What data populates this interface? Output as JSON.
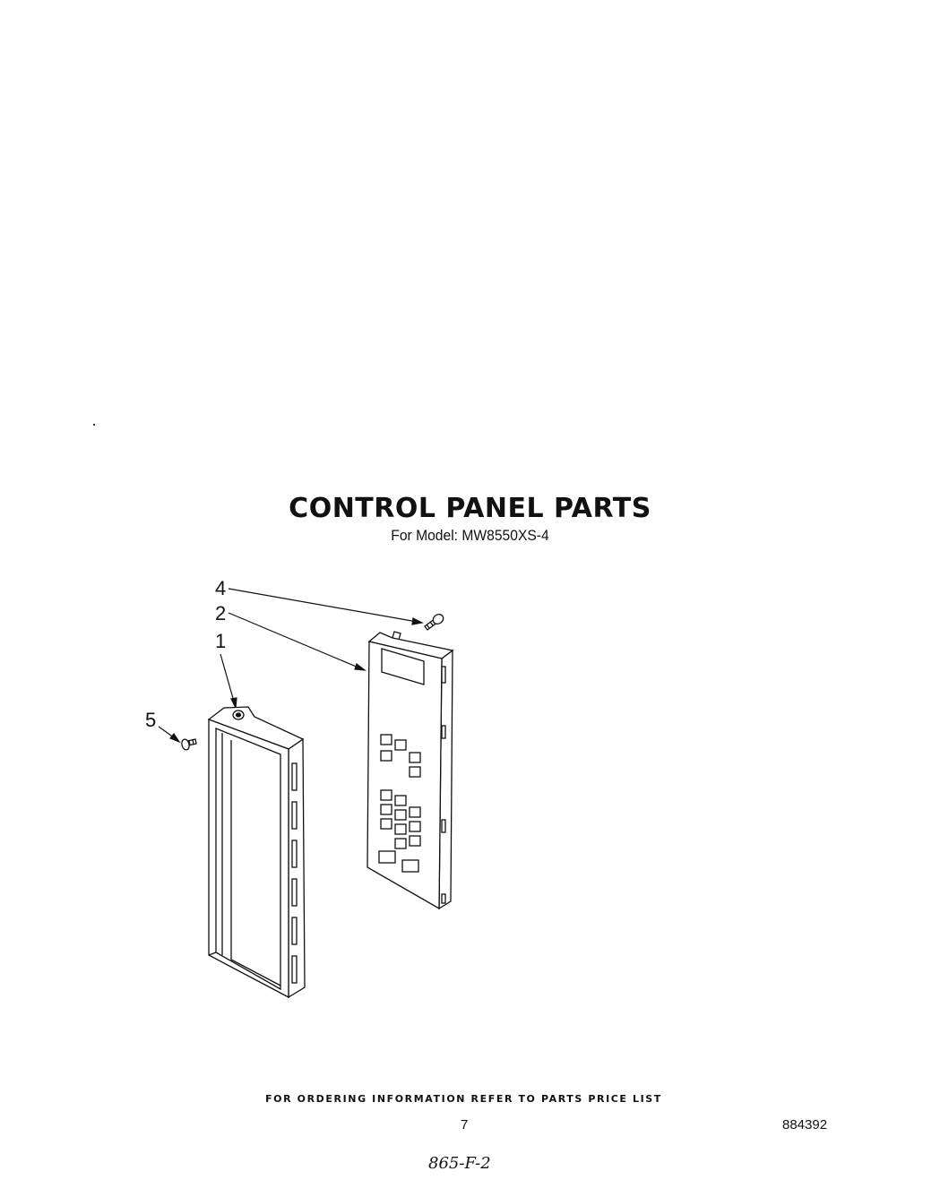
{
  "header": {
    "title": "CONTROL PANEL PARTS",
    "subtitle": "For Model: MW8550XS-4"
  },
  "diagram": {
    "callouts": [
      {
        "id": "1",
        "label": "1"
      },
      {
        "id": "2",
        "label": "2"
      },
      {
        "id": "4",
        "label": "4"
      },
      {
        "id": "5",
        "label": "5"
      }
    ]
  },
  "footer": {
    "note": "FOR ORDERING INFORMATION REFER TO PARTS PRICE LIST",
    "page_number": "7",
    "document_number": "884392",
    "handwritten_code": "865-F-2"
  }
}
